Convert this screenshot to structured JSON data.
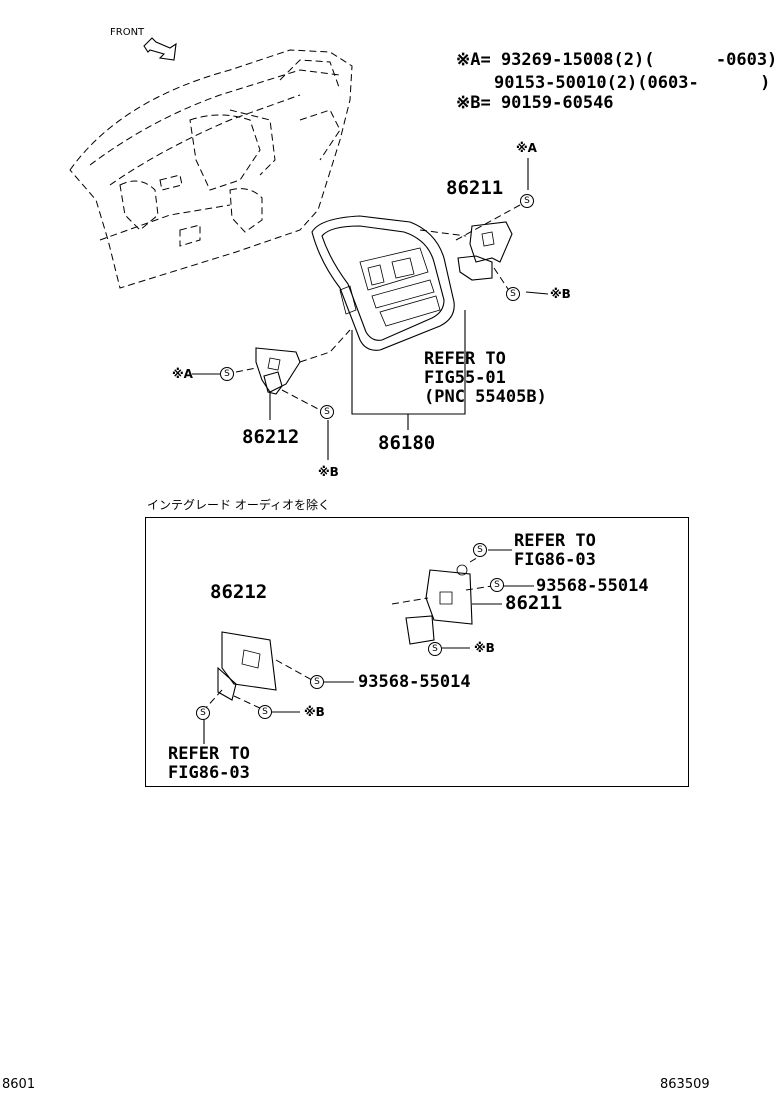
{
  "notes": {
    "a_line1": "※A= 93269-15008(2)(      -0603)",
    "a_line2": "90153-50010(2)(0603-      )",
    "b_line": "※B= 90159-60546"
  },
  "front_label": "FRONT",
  "screw_symbol": "S",
  "upper": {
    "part_86211": "86211",
    "part_86212": "86212",
    "part_86180": "86180",
    "mark_a_top": "※A",
    "mark_a_left": "※A",
    "mark_b_right": "※B",
    "mark_b_bottom": "※B",
    "refer_line1": "REFER TO",
    "refer_line2": "FIG55-01",
    "refer_line3": "(PNC 55405B)"
  },
  "inset": {
    "caption": "インテグレード オーディオを除く",
    "refer_right_1": "REFER TO",
    "refer_right_2": "FIG86-03",
    "part_93568_right": "93568-55014",
    "part_86211": "86211",
    "mark_b_right": "※B",
    "part_86212": "86212",
    "part_93568_left": "93568-55014",
    "mark_b_left": "※B",
    "refer_left_1": "REFER TO",
    "refer_left_2": "FIG86-03"
  },
  "footer": {
    "left": "8601",
    "right": "863509"
  }
}
